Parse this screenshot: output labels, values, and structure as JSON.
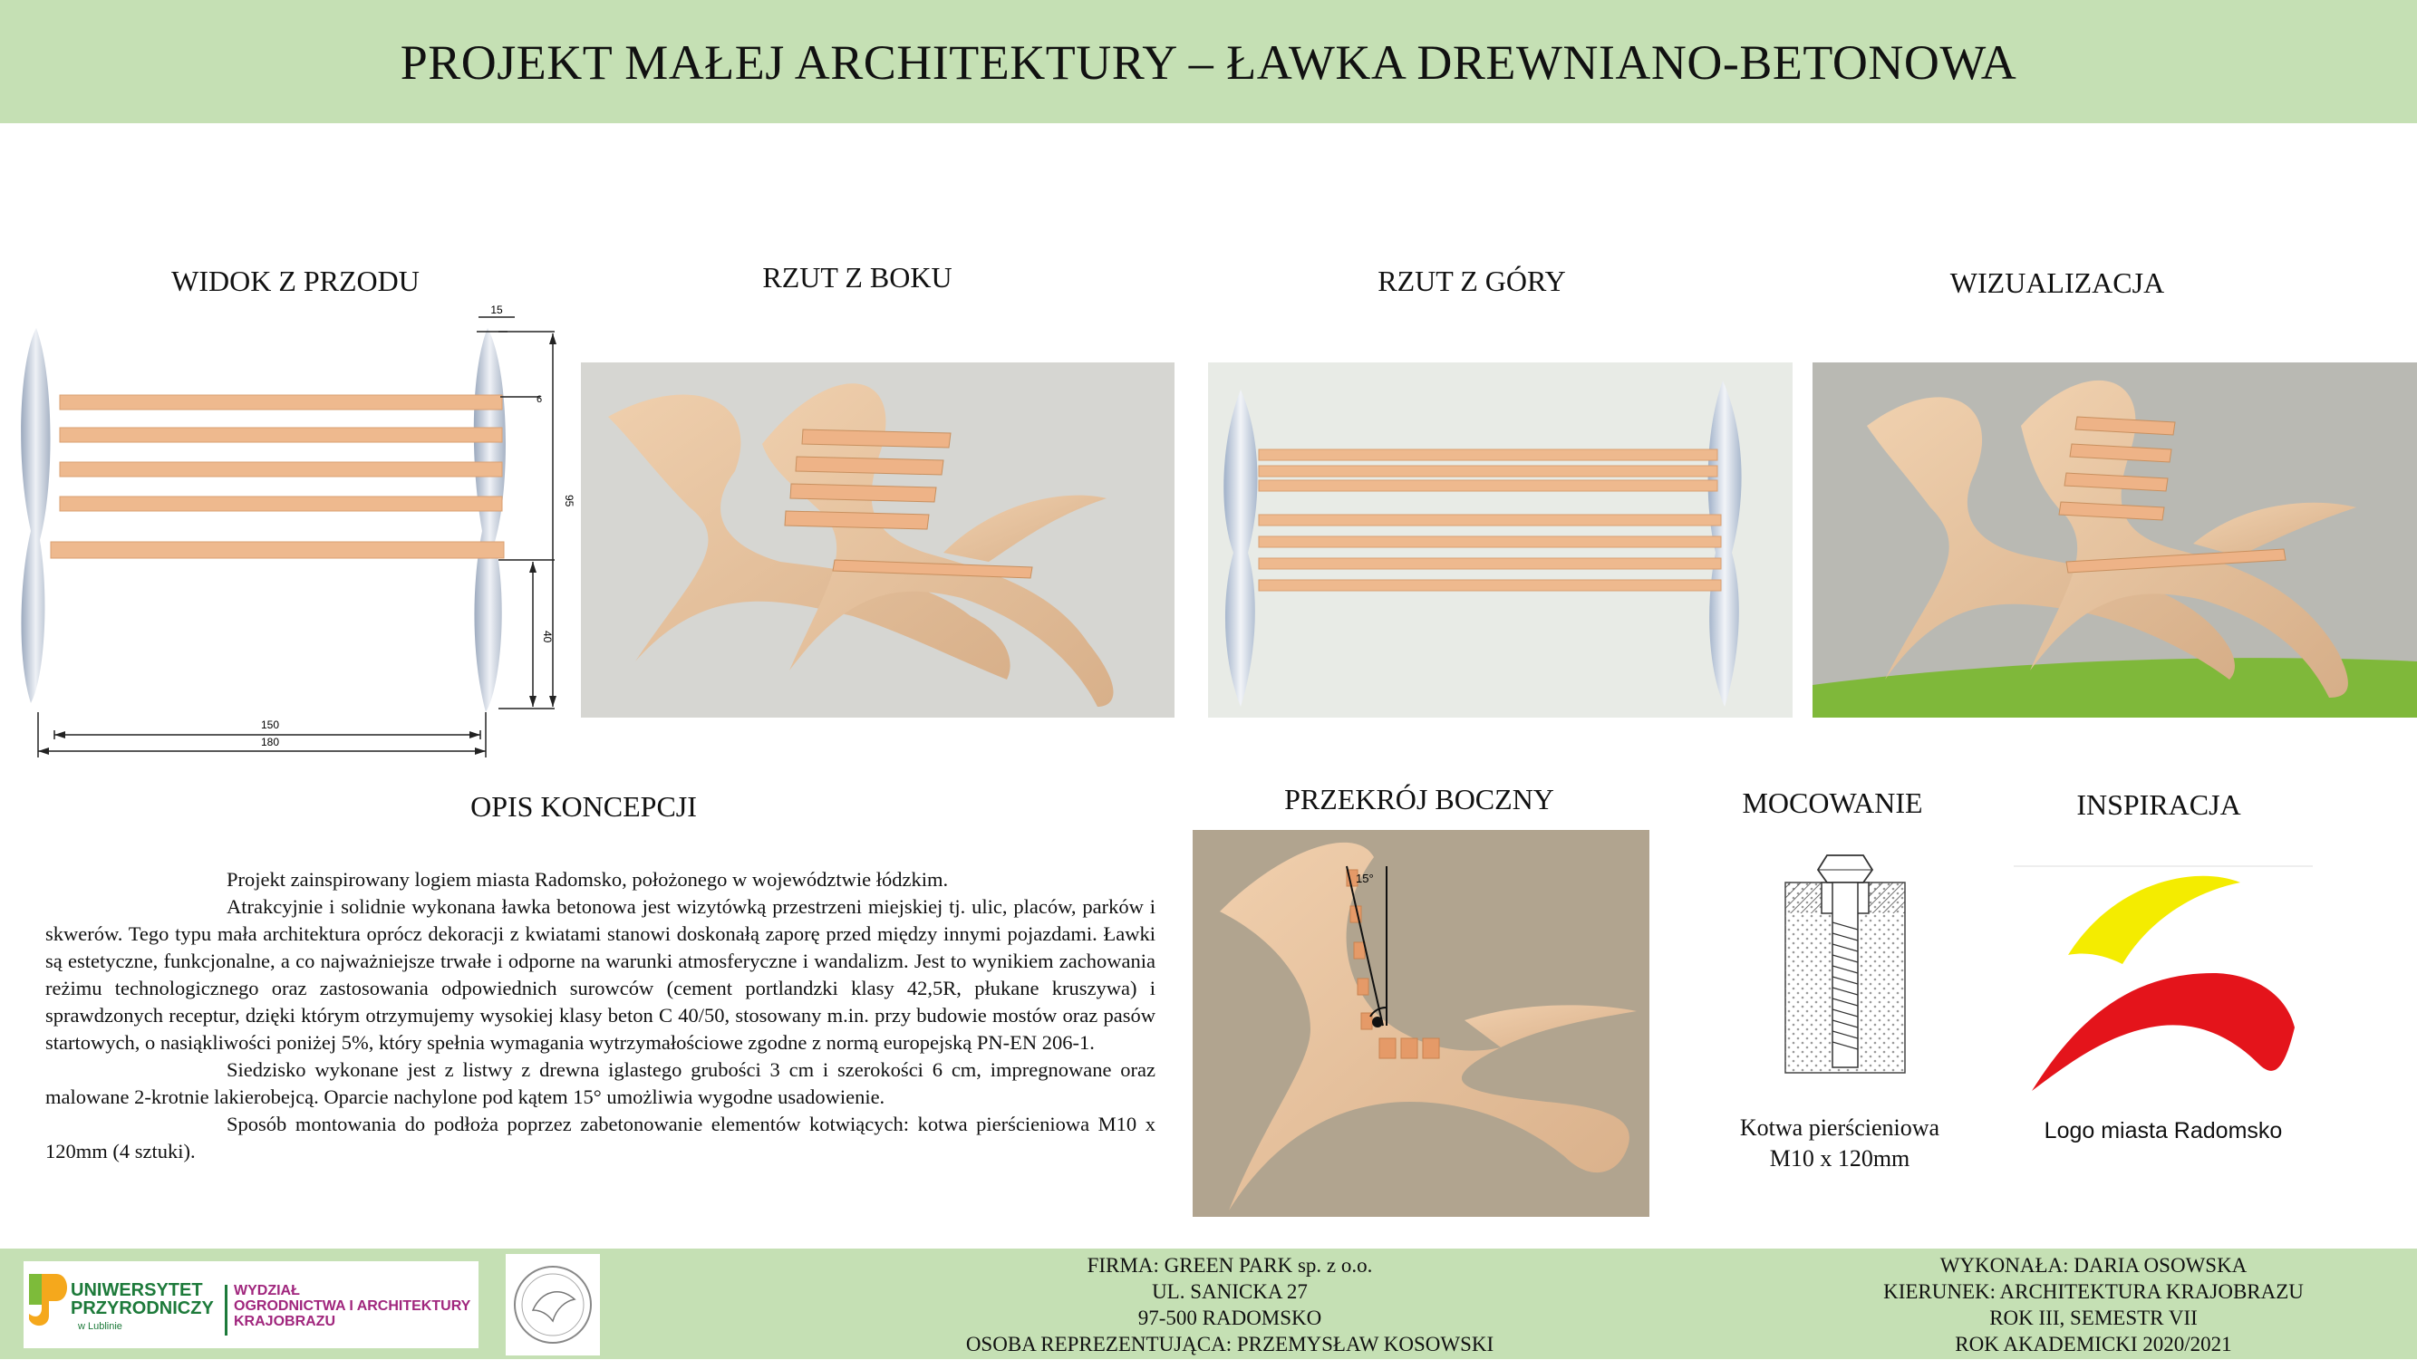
{
  "title": "PROJEKT MAŁEJ ARCHITEKTURY – ŁAWKA DREWNIANO-BETONOWA",
  "views": {
    "front": "WIDOK Z PRZODU",
    "side": "RZUT Z BOKU",
    "top": "RZUT Z GÓRY",
    "viz": "WIZUALIZACJA"
  },
  "dimensions": {
    "d15": "15",
    "d6": "6",
    "d95": "95",
    "d40": "40",
    "d150": "150",
    "d180": "180"
  },
  "sections": {
    "concept": "OPIS KONCEPCJI",
    "section": "PRZEKRÓJ BOCZNY",
    "mount": "MOCOWANIE",
    "inspiration": "INSPIRACJA"
  },
  "section_angle": "15°",
  "description": {
    "p1": "Projekt zainspirowany logiem miasta Radomsko, położonego w województwie łódzkim.",
    "p2": "Atrakcyjnie i solidnie wykonana ławka betonowa jest wizytówką przestrzeni miejskiej tj. ulic, placów, parków i skwerów. Tego typu mała architektura oprócz dekoracji z kwiatami stanowi doskonałą zaporę przed między innymi pojazdami. Ławki są estetyczne, funkcjonalne, a co najważniejsze trwałe i odporne na warunki atmosferyczne i wandalizm. Jest to wynikiem zachowania reżimu technologicznego oraz zastosowania odpowiednich surowców (cement portlandzki  klasy 42,5R, płukane kruszywa) i sprawdzonych receptur, dzięki którym otrzymujemy wysokiej klasy beton C 40/50, stosowany m.in. przy budowie mostów oraz pasów startowych, o nasiąkliwości poniżej 5%, który spełnia wymagania wytrzymałościowe zgodne z normą europejską PN-EN 206-1.",
    "p3": "Siedzisko wykonane jest z listwy z drewna iglastego grubości 3 cm i szerokości 6 cm, impregnowane oraz malowane 2-krotnie lakierobejcą. Oparcie nachylone pod kątem 15° umożliwia wygodne usadowienie.",
    "p4": "Sposób montowania do podłoża poprzez zabetonowanie elementów kotwiących: kotwa pierścieniowa M10 x 120mm (4 sztuki)."
  },
  "anchor": {
    "line1": "Kotwa pierścieniowa",
    "line2": "M10 x 120mm"
  },
  "logo_caption": "Logo miasta Radomsko",
  "university": {
    "line1": "UNIWERSYTET",
    "line2": "PRZYRODNICZY",
    "line3": "w Lublinie",
    "faculty1": "WYDZIAŁ",
    "faculty2": "OGRODNICTWA I ARCHITEKTURY",
    "faculty3": "KRAJOBRAZU"
  },
  "company": {
    "line1": "FIRMA: GREEN PARK sp. z o.o.",
    "line2": "UL. SANICKA 27",
    "line3": "97-500 RADOMSKO",
    "line4": "OSOBA REPREZENTUJĄCA: PRZEMYSŁAW KOSOWSKI"
  },
  "author": {
    "line1": "WYKONAŁA: DARIA OSOWSKA",
    "line2": "KIERUNEK: ARCHITEKTURA KRAJOBRAZU",
    "line3": "ROK III, SEMESTR VII",
    "line4": "ROK AKADEMICKI 2020/2021"
  },
  "colors": {
    "header_green": "#c5e0b4",
    "concrete": "#e6c29f",
    "wood": "#eeb387",
    "logo_yellow": "#f4ec00",
    "logo_red": "#e4141b",
    "grass": "#7fb83a"
  }
}
